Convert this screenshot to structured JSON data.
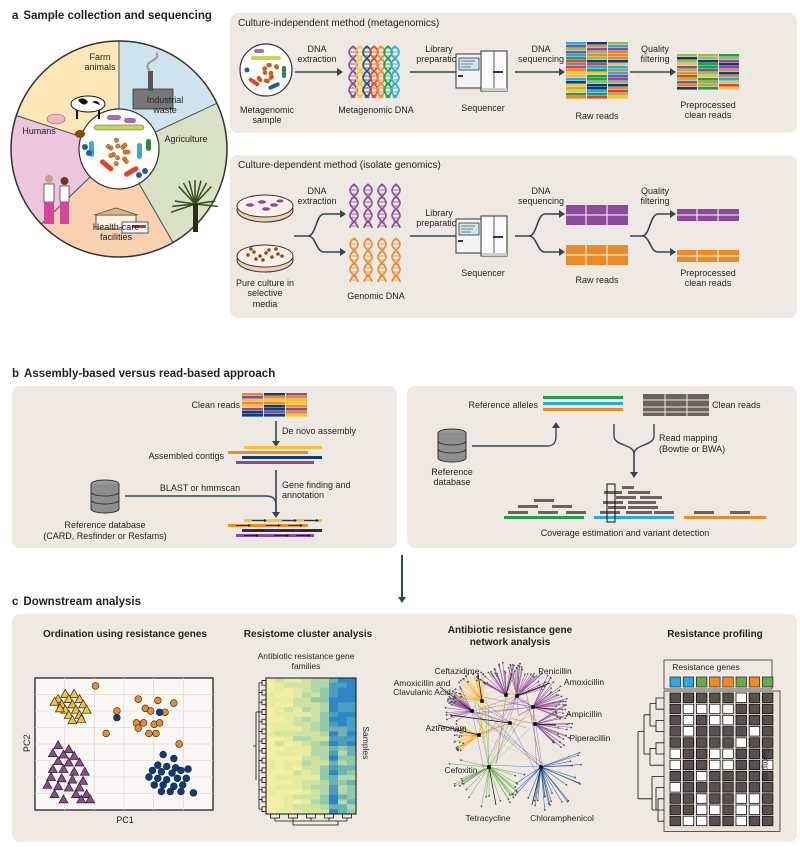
{
  "section_a": {
    "letter": "a",
    "title": "Sample collection and sequencing",
    "wheel": {
      "segments": [
        {
          "label": "Farm animals",
          "color": "#fde6b8"
        },
        {
          "label": "Industrial waste",
          "color": "#cfe4ee"
        },
        {
          "label": "Agriculture",
          "color": "#d8e2c6"
        },
        {
          "label": "Health-care facilities",
          "color": "#f8d2b0"
        },
        {
          "label": "Humans",
          "color": "#ecc6dc"
        }
      ]
    },
    "metagenomics": {
      "title": "Culture-independent method (metagenomics)",
      "steps": {
        "sample": "Metagenomic sample",
        "dna": "Metagenomic DNA",
        "sequencer": "Sequencer",
        "raw": "Raw reads",
        "clean": "Preprocessed clean reads"
      },
      "arrows": {
        "extraction": "DNA extraction",
        "library": "Library preparation",
        "sequencing": "DNA sequencing",
        "filtering": "Quality filtering"
      }
    },
    "isolate": {
      "title": "Culture-dependent method (isolate genomics)",
      "steps": {
        "sample": "Pure culture in selective media",
        "dna": "Genomic DNA",
        "sequencer": "Sequencer",
        "raw": "Raw reads",
        "clean": "Preprocessed clean reads"
      },
      "arrows": {
        "extraction": "DNA extraction",
        "library": "Library preparation",
        "sequencing": "DNA sequencing",
        "filtering": "Quality filtering"
      }
    }
  },
  "section_b": {
    "letter": "b",
    "title": "Assembly-based versus read-based approach",
    "assembly": {
      "clean_reads": "Clean reads",
      "de_novo": "De novo assembly",
      "contigs": "Assembled contigs",
      "blast": "BLAST or hmmscan",
      "gene_finding": "Gene finding and annotation",
      "ref_db": "Reference database",
      "ref_db_sub": "(CARD, Resfinder or Resfams)"
    },
    "read_based": {
      "ref_alleles": "Reference alleles",
      "clean_reads": "Clean reads",
      "ref_db": "Reference database",
      "mapping": "Read mapping",
      "mapping_sub": "(Bowtie or BWA)",
      "coverage": "Coverage estimation and variant detection"
    }
  },
  "section_c": {
    "letter": "c",
    "title": "Downstream analysis",
    "ordination": {
      "title": "Ordination using resistance genes",
      "xlabel": "PC1",
      "ylabel": "PC2",
      "groups": [
        {
          "name": "yellow-triangles",
          "color": "#f7c13a",
          "shape": "triangle",
          "points": [
            [
              0.17,
              0.88
            ],
            [
              0.22,
              0.88
            ],
            [
              0.13,
              0.84
            ],
            [
              0.19,
              0.84
            ],
            [
              0.25,
              0.84
            ],
            [
              0.15,
              0.8
            ],
            [
              0.21,
              0.8
            ],
            [
              0.27,
              0.8
            ],
            [
              0.17,
              0.76
            ],
            [
              0.23,
              0.76
            ],
            [
              0.29,
              0.76
            ],
            [
              0.19,
              0.72
            ],
            [
              0.25,
              0.72
            ],
            [
              0.21,
              0.68
            ],
            [
              0.11,
              0.82
            ],
            [
              0.14,
              0.77
            ],
            [
              0.26,
              0.69
            ]
          ]
        },
        {
          "name": "purple-triangles",
          "color": "#8c4a9a",
          "shape": "triangle",
          "points": [
            [
              0.13,
              0.49
            ],
            [
              0.19,
              0.46
            ],
            [
              0.1,
              0.43
            ],
            [
              0.16,
              0.42
            ],
            [
              0.22,
              0.41
            ],
            [
              0.13,
              0.37
            ],
            [
              0.19,
              0.36
            ],
            [
              0.25,
              0.36
            ],
            [
              0.1,
              0.31
            ],
            [
              0.16,
              0.31
            ],
            [
              0.22,
              0.29
            ],
            [
              0.28,
              0.29
            ],
            [
              0.09,
              0.25
            ],
            [
              0.15,
              0.24
            ],
            [
              0.21,
              0.23
            ],
            [
              0.27,
              0.22
            ],
            [
              0.07,
              0.19
            ],
            [
              0.13,
              0.18
            ],
            [
              0.19,
              0.17
            ],
            [
              0.25,
              0.17
            ],
            [
              0.11,
              0.12
            ],
            [
              0.23,
              0.12
            ],
            [
              0.29,
              0.12
            ],
            [
              0.31,
              0.08
            ],
            [
              0.16,
              0.08
            ],
            [
              0.26,
              0.08
            ]
          ]
        },
        {
          "name": "orange-circles",
          "color": "#e98a2b",
          "shape": "circle",
          "points": [
            [
              0.34,
              0.94
            ],
            [
              0.58,
              0.84
            ],
            [
              0.69,
              0.83
            ],
            [
              0.78,
              0.81
            ],
            [
              0.62,
              0.77
            ],
            [
              0.65,
              0.75
            ],
            [
              0.46,
              0.75
            ],
            [
              0.73,
              0.74
            ],
            [
              0.57,
              0.66
            ],
            [
              0.61,
              0.66
            ],
            [
              0.67,
              0.65
            ],
            [
              0.7,
              0.66
            ],
            [
              0.58,
              0.62
            ],
            [
              0.64,
              0.58
            ],
            [
              0.68,
              0.58
            ],
            [
              0.4,
              0.58
            ],
            [
              0.81,
              0.5
            ]
          ]
        },
        {
          "name": "blue-circles",
          "color": "#0d3c78",
          "shape": "circle",
          "points": [
            [
              0.46,
              0.7
            ],
            [
              0.7,
              0.74
            ],
            [
              0.72,
              0.42
            ],
            [
              0.78,
              0.39
            ],
            [
              0.69,
              0.34
            ],
            [
              0.74,
              0.33
            ],
            [
              0.79,
              0.32
            ],
            [
              0.66,
              0.3
            ],
            [
              0.71,
              0.29
            ],
            [
              0.77,
              0.28
            ],
            [
              0.82,
              0.3
            ],
            [
              0.86,
              0.31
            ],
            [
              0.64,
              0.25
            ],
            [
              0.69,
              0.24
            ],
            [
              0.74,
              0.23
            ],
            [
              0.8,
              0.24
            ],
            [
              0.85,
              0.24
            ],
            [
              0.67,
              0.19
            ],
            [
              0.72,
              0.19
            ],
            [
              0.78,
              0.18
            ],
            [
              0.83,
              0.19
            ],
            [
              0.71,
              0.14
            ],
            [
              0.76,
              0.14
            ],
            [
              0.82,
              0.14
            ],
            [
              0.89,
              0.13
            ]
          ]
        }
      ]
    },
    "cluster": {
      "title": "Resistome cluster analysis",
      "col_label": "Antibiotic resistance gene families",
      "row_label": "Samples",
      "rows": 28,
      "cols": 10
    },
    "network": {
      "title": "Antibiotic resistance gene network analysis",
      "nodes": [
        {
          "label": "Ceftazidime",
          "color": "#f5b92e"
        },
        {
          "label": "Penicillin",
          "color": "#8c4a9a"
        },
        {
          "label": "Amoxicillin",
          "color": "#8c4a9a"
        },
        {
          "label": "Amoxicillin and Clavulanic Acid",
          "color": "#8c4a9a"
        },
        {
          "label": "Ampicillin",
          "color": "#8c4a9a"
        },
        {
          "label": "Piperacillin",
          "color": "#8c4a9a"
        },
        {
          "label": "Aztreonam",
          "color": "#f5b92e"
        },
        {
          "label": "Cefoxitin",
          "color": "#f5b92e"
        },
        {
          "label": "Tetracycline",
          "color": "#6aa84f"
        },
        {
          "label": "Chloramphenicol",
          "color": "#1f4e96"
        }
      ]
    },
    "profiling": {
      "title": "Resistance profiling",
      "genes_label": "Resistance genes",
      "samples_label": "Samples",
      "gene_colors": [
        "#29abe2",
        "#29abe2",
        "#6aa84f",
        "#f08a24",
        "#f08a24",
        "#6aa84f",
        "#f08a24",
        "#6aa84f"
      ],
      "matrix": [
        [
          0,
          0,
          0,
          0,
          0,
          1,
          0,
          0
        ],
        [
          0,
          1,
          1,
          1,
          1,
          0,
          0,
          0
        ],
        [
          0,
          1,
          0,
          1,
          1,
          0,
          0,
          0
        ],
        [
          0,
          1,
          0,
          0,
          0,
          0,
          1,
          0
        ],
        [
          0,
          0,
          0,
          0,
          0,
          1,
          0,
          0
        ],
        [
          1,
          0,
          0,
          1,
          1,
          0,
          0,
          0
        ],
        [
          1,
          0,
          0,
          1,
          1,
          0,
          0,
          1
        ],
        [
          0,
          0,
          1,
          0,
          0,
          0,
          0,
          0
        ],
        [
          1,
          0,
          0,
          0,
          0,
          0,
          0,
          0
        ],
        [
          0,
          0,
          1,
          0,
          0,
          1,
          1,
          0
        ],
        [
          0,
          0,
          1,
          1,
          0,
          1,
          1,
          0
        ],
        [
          0,
          1,
          1,
          0,
          0,
          1,
          0,
          0
        ]
      ]
    }
  },
  "colors": {
    "panel_bg": "#eeeae3",
    "arrow": "#36464f",
    "purple": "#8c4a9a",
    "orange": "#e98a2b",
    "navy": "#0d3c78",
    "yellow": "#f7c13a",
    "green": "#1aa14a",
    "cyan": "#29abe2",
    "grey_read": "#6b6360"
  }
}
